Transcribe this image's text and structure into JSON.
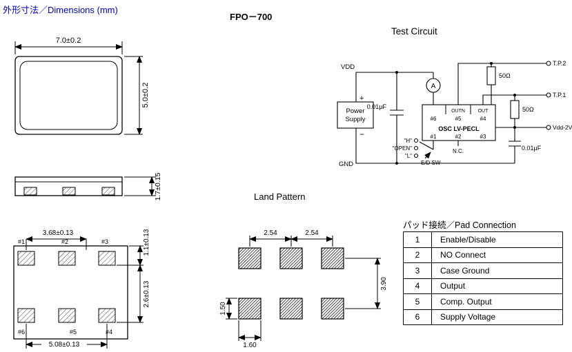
{
  "header": {
    "dimensions_title": "外形寸法／Dimensions (mm)",
    "part_number": "FPO－700"
  },
  "sections": {
    "test_circuit": "Test Circuit",
    "land_pattern": "Land  Pattern",
    "pad_connection": "パッド接続／Pad Connection"
  },
  "outline_dims": {
    "width": "7.0±0.2",
    "height": "5.0±0.2",
    "thickness": "1.7±0.15"
  },
  "bottom_view": {
    "pad1": "#1",
    "pad2": "#2",
    "pad3": "#3",
    "pad4": "#4",
    "pad5": "#5",
    "pad6": "#6",
    "dim_top": "3.68±0.13",
    "dim_edge": "1.1±0.13",
    "dim_rows": "2.6±0.13",
    "dim_span": "5.08±0.13"
  },
  "land_pattern": {
    "pitch_left": "2.54",
    "pitch_right": "2.54",
    "height": "3.90",
    "pad_height": "1.50",
    "pad_width": "1.60"
  },
  "test_circuit": {
    "vdd": "VDD",
    "gnd": "GND",
    "plus": "+",
    "minus": "−",
    "power_line1": "Power",
    "power_line2": "Supply",
    "cap_left": "0.01μF",
    "cap_right": "0.01μF",
    "ammeter": "A",
    "outn": "OUTN",
    "out": "OUT",
    "pin1": "#1",
    "pin2": "#2",
    "pin3": "#3",
    "pin4": "#4",
    "pin5": "#5",
    "pin6": "#6",
    "osc_label": "OSC LV-PECL",
    "nc": "N.C.",
    "sw_h": "\"H\"",
    "sw_open": "\"OPEN\"",
    "sw_l": "\"L\"",
    "ed_sw": "E/D SW",
    "r_top": "50Ω",
    "r_mid": "50Ω",
    "tp2": "T.P.2",
    "tp1": "T.P.1",
    "vterm": "Vdd-2V"
  },
  "pad_connection": {
    "rows": [
      {
        "no": "1",
        "name": "Enable/Disable"
      },
      {
        "no": "2",
        "name": "NO Connect"
      },
      {
        "no": "3",
        "name": "Case Ground"
      },
      {
        "no": "4",
        "name": "Output"
      },
      {
        "no": "5",
        "name": "Comp. Output"
      },
      {
        "no": "6",
        "name": "Supply Voltage"
      }
    ]
  }
}
